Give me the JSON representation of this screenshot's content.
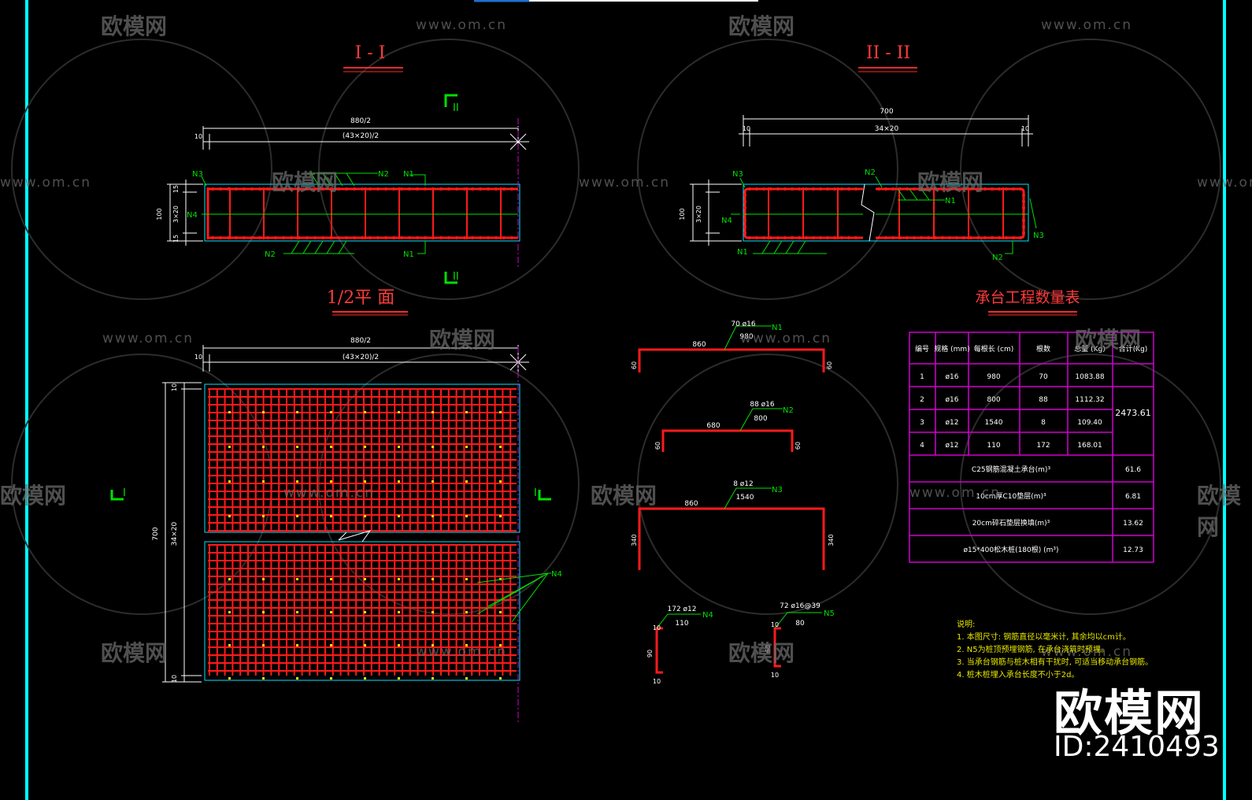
{
  "sections": {
    "section_1_title": "I - I",
    "section_2_title": "II - II",
    "plan_title": "1/2平 面",
    "table_title": "承台工程数量表",
    "cut_mark_I": "I",
    "cut_mark_II": "II"
  },
  "dims": {
    "width_total_half": "880/2",
    "spacing_half": "(43×20)/2",
    "edge_10": "10",
    "height_100": "100",
    "rows_3x20": "3×20",
    "cover_15": "15",
    "cover_5": "5",
    "length_700": "700",
    "spacing_34x20": "34×20"
  },
  "rebar_labels": {
    "n1": "N1",
    "n2": "N2",
    "n3": "N3",
    "n4": "N4",
    "n5": "N5"
  },
  "bar_shapes": [
    {
      "id": "N1",
      "count_dia": "70 ø16",
      "length": "980",
      "span": "860",
      "leg": "60"
    },
    {
      "id": "N2",
      "count_dia": "88 ø16",
      "length": "800",
      "span": "680",
      "leg": "60"
    },
    {
      "id": "N3",
      "count_dia": "8 ø12",
      "length": "1540",
      "span": "860",
      "leg": "340"
    },
    {
      "id": "N4",
      "count_dia": "172 ø12",
      "length": "110",
      "top": "10",
      "leg": "90",
      "bottom": "10"
    },
    {
      "id": "N5",
      "count_dia": "72 ø16@39",
      "length": "80",
      "top": "10",
      "leg": "60",
      "bottom": "10"
    }
  ],
  "quantity_table": {
    "headers": [
      "编号",
      "规格 (mm)",
      "每根长 (cm)",
      "根数",
      "总量 (Kg)",
      "合计(Kg)"
    ],
    "rows": [
      [
        "1",
        "ø16",
        "980",
        "70",
        "1083.88"
      ],
      [
        "2",
        "ø16",
        "800",
        "88",
        "1112.32"
      ],
      [
        "3",
        "ø12",
        "1540",
        "8",
        "109.40"
      ],
      [
        "4",
        "ø12",
        "110",
        "172",
        "168.01"
      ]
    ],
    "total": "2473.61",
    "summary": [
      {
        "label": "C25钢筋混凝土承台(m)³",
        "value": "61.6"
      },
      {
        "label": "10cm厚C10垫层(m)³",
        "value": "6.81"
      },
      {
        "label": "20cm碎石垫层换填(m)³",
        "value": "13.62"
      },
      {
        "label": "ø15*400松木桩(180根) (m³)",
        "value": "12.73"
      }
    ]
  },
  "notes": {
    "heading": "说明:",
    "items": [
      "1. 本图尺寸: 钢筋直径以毫米计, 其余均以cm计。",
      "2. N5为桩顶预埋钢筋, 在承台浇筑时预埋。",
      "3. 当承台钢筋与桩木相有干扰时, 可适当移动承台钢筋。",
      "4. 桩木桩埋入承台长度不小于2d。"
    ]
  },
  "watermarks": {
    "url": "www.om.cn",
    "brand": "欧模网",
    "brand_big": "欧模网",
    "id_text": "ID:2410493"
  },
  "colors": {
    "background": "#000000",
    "rebar": "#ff1a1a",
    "leader": "#00e000",
    "dimension": "#ffffff",
    "outline": "#00e5ff",
    "table_grid": "#d000d0",
    "frame": "#00ffff",
    "centerline": "#d000d0"
  }
}
